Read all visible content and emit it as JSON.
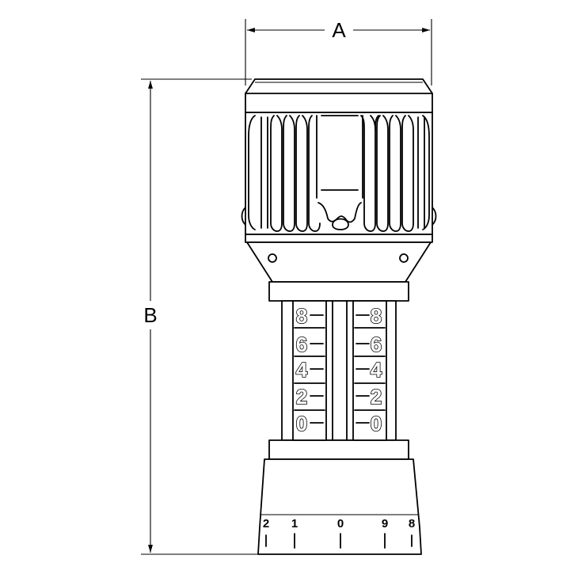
{
  "dimensions": {
    "width_label": "A",
    "height_label": "B"
  },
  "scale": {
    "left_digits": [
      "8",
      "6",
      "4",
      "2",
      "0"
    ],
    "right_digits": [
      "8",
      "6",
      "4",
      "2",
      "0"
    ]
  },
  "dial": {
    "numbers": [
      "2",
      "1",
      "0",
      "9",
      "8"
    ]
  }
}
